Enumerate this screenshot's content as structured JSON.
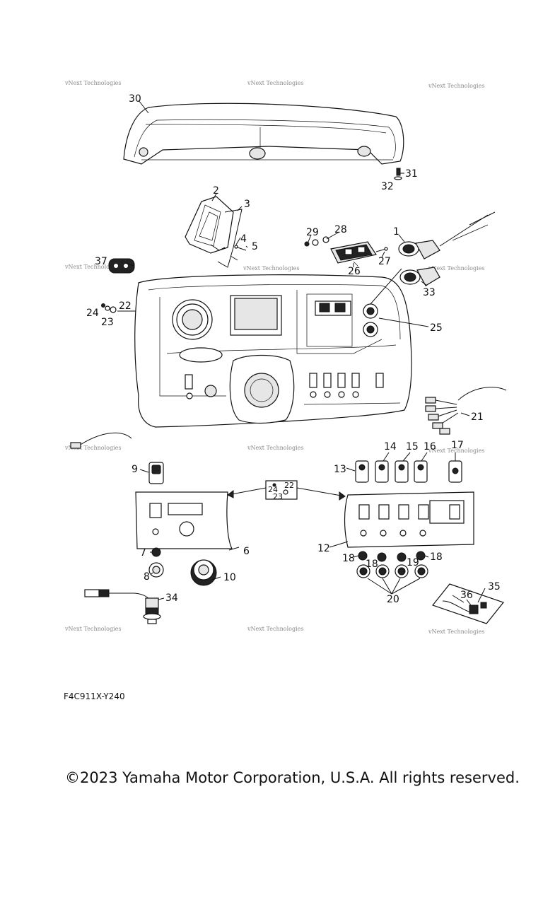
{
  "diagram": {
    "drawing_code": "F4C911X-Y240",
    "copyright": "©2023 Yamaha Motor Corporation, U.S.A. All rights reserved.",
    "watermark": "vNext Technologies",
    "callouts": [
      {
        "id": "c30",
        "label": "30"
      },
      {
        "id": "c31",
        "label": "31"
      },
      {
        "id": "c32",
        "label": "32"
      },
      {
        "id": "c2",
        "label": "2"
      },
      {
        "id": "c3",
        "label": "3"
      },
      {
        "id": "c4",
        "label": "4"
      },
      {
        "id": "c5",
        "label": "5"
      },
      {
        "id": "c29",
        "label": "29"
      },
      {
        "id": "c28",
        "label": "28"
      },
      {
        "id": "c26",
        "label": "26"
      },
      {
        "id": "c27",
        "label": "27"
      },
      {
        "id": "c1",
        "label": "1"
      },
      {
        "id": "c33",
        "label": "33"
      },
      {
        "id": "c37",
        "label": "37"
      },
      {
        "id": "c24",
        "label": "24"
      },
      {
        "id": "c22",
        "label": "22"
      },
      {
        "id": "c23",
        "label": "23"
      },
      {
        "id": "c25",
        "label": "25"
      },
      {
        "id": "c21",
        "label": "21"
      },
      {
        "id": "c9",
        "label": "9"
      },
      {
        "id": "c14",
        "label": "14"
      },
      {
        "id": "c15",
        "label": "15"
      },
      {
        "id": "c16",
        "label": "16"
      },
      {
        "id": "c17",
        "label": "17"
      },
      {
        "id": "c13",
        "label": "13"
      },
      {
        "id": "c24b",
        "label": "24"
      },
      {
        "id": "c22b",
        "label": "22"
      },
      {
        "id": "c23b",
        "label": "23"
      },
      {
        "id": "c7",
        "label": "7"
      },
      {
        "id": "c6",
        "label": "6"
      },
      {
        "id": "c8",
        "label": "8"
      },
      {
        "id": "c10",
        "label": "10"
      },
      {
        "id": "c12",
        "label": "12"
      },
      {
        "id": "c18a",
        "label": "18"
      },
      {
        "id": "c18b",
        "label": "18"
      },
      {
        "id": "c19",
        "label": "19"
      },
      {
        "id": "c18c",
        "label": "18"
      },
      {
        "id": "c20",
        "label": "20"
      },
      {
        "id": "c34",
        "label": "34"
      },
      {
        "id": "c35",
        "label": "35"
      },
      {
        "id": "c36",
        "label": "36"
      }
    ]
  }
}
